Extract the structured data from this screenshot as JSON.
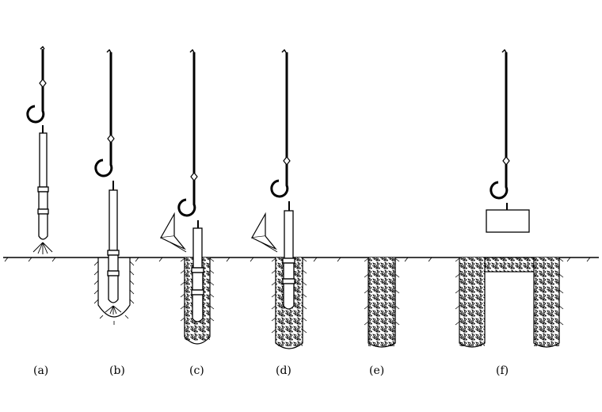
{
  "figure": {
    "panels": [
      {
        "id": "a",
        "label": "(a)",
        "stage": "vibroflot-lowering"
      },
      {
        "id": "b",
        "label": "(b)",
        "stage": "vibroflot-at-depth"
      },
      {
        "id": "c",
        "label": "(c)",
        "stage": "backfill-and-compaction"
      },
      {
        "id": "d",
        "label": "(d)",
        "stage": "column-rising"
      },
      {
        "id": "e",
        "label": "(e)",
        "stage": "finished-column"
      },
      {
        "id": "f",
        "label": "(f)",
        "stage": "load-test"
      }
    ],
    "colors": {
      "line": "#000000",
      "background": "#ffffff",
      "fill": "#d8d8d8"
    }
  }
}
